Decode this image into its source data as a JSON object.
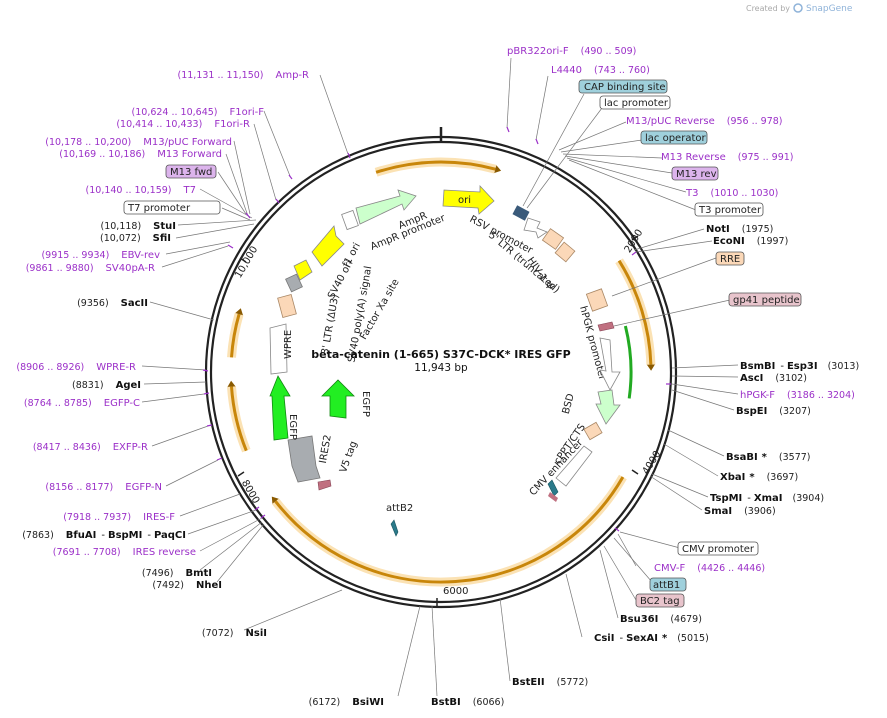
{
  "header": {
    "credit": "Created by",
    "brand": "SnapGene"
  },
  "plasmid": {
    "name": "beta-catenin (1-665) S37C-DCK* IRES GFP",
    "size": "11,943 bp"
  },
  "ticks": [
    "2000",
    "4000",
    "6000",
    "8000",
    "10,000"
  ],
  "inner_features": {
    "ori": "ori",
    "rsv": "RSV promoter",
    "ltr5": "5' LTR (truncated)",
    "hiv": "HIV-1 Ψ",
    "hpgk": "hPGK promoter",
    "bsd": "BSD",
    "cppt": "cPPT/CTS",
    "cmv": "CMV enhancer",
    "attb2": "attB2",
    "v5": "V5 tag",
    "ires2": "IRES2",
    "egfp1": "EGFP",
    "egfp2": "EGFP",
    "wpre": "WPRE",
    "ltr3": "3' LTR (ΔU3)",
    "sv40pa": "SV40 poly(A) signal",
    "factorxa": "Factor Xa site",
    "sv40ori": "SV40 ori",
    "f1ori": "f1 ori",
    "ampr": "AmpR",
    "amprprom": "AmpR promoter"
  },
  "right_labels": {
    "pbr322": {
      "name": "pBR322ori-F",
      "range": "(490 .. 509)"
    },
    "l4440": {
      "name": "L4440",
      "range": "(743 .. 760)"
    },
    "cap": "CAP binding site",
    "lacprom": "lac promoter",
    "m13pucrev": {
      "name": "M13/pUC Reverse",
      "range": "(956 .. 978)"
    },
    "lacop": "lac operator",
    "m13reverse": {
      "name": "M13 Reverse",
      "range": "(975 .. 991)"
    },
    "m13rev": "M13 rev",
    "t3": {
      "name": "T3",
      "range": "(1010 .. 1030)"
    },
    "t3prom": "T3 promoter",
    "noti": {
      "name": "NotI",
      "pos": "(1975)"
    },
    "econi": {
      "name": "EcoNI",
      "pos": "(1997)"
    },
    "rre": "RRE",
    "gp41": "gp41 peptide",
    "bsmbi": {
      "name": "BsmBI",
      "name2": "Esp3I",
      "pos": "(3013)"
    },
    "asci": {
      "name": "AscI",
      "pos": "(3102)"
    },
    "hpgkf": {
      "name": "hPGK-F",
      "range": "(3186 .. 3204)"
    },
    "bspei": {
      "name": "BspEI",
      "pos": "(3207)"
    },
    "bsabi": {
      "name": "BsaBI",
      "star": "*",
      "pos": "(3577)"
    },
    "xbai": {
      "name": "XbaI",
      "star": "*",
      "pos": "(3697)"
    },
    "tspmi": {
      "name": "TspMI",
      "name2": "XmaI",
      "pos": "(3904)"
    },
    "smai": {
      "name": "SmaI",
      "pos": "(3906)"
    },
    "cmvprom": "CMV promoter",
    "cmvf": {
      "name": "CMV-F",
      "range": "(4426 .. 4446)"
    },
    "attb1": "attB1",
    "bc2": "BC2 tag",
    "bsu36i": {
      "name": "Bsu36I",
      "pos": "(4679)"
    },
    "csii": {
      "name": "CsiI",
      "name2": "SexAI",
      "star": "*",
      "pos": "(5015)"
    },
    "bsteii": {
      "name": "BstEII",
      "pos": "(5772)"
    }
  },
  "bottom_labels": {
    "bstbi": {
      "name": "BstBI",
      "pos": "(6066)"
    },
    "bsiwi": {
      "name": "BsiWI",
      "pos": "(6172)"
    },
    "nsii": {
      "name": "NsiI",
      "pos": "(7072)"
    }
  },
  "left_labels": {
    "ampr": {
      "name": "Amp-R",
      "range": "(11,131 .. 11,150)"
    },
    "f1orif": {
      "name": "F1ori-F",
      "range": "(10,624 .. 10,645)"
    },
    "f1orir": {
      "name": "F1ori-R",
      "range": "(10,414 .. 10,433)"
    },
    "m13pucfwd": {
      "name": "M13/pUC Forward",
      "range": "(10,178 .. 10,200)"
    },
    "m13forward": {
      "name": "M13 Forward",
      "range": "(10,169 .. 10,186)"
    },
    "m13fwd": "M13 fwd",
    "t7": {
      "name": "T7",
      "range": "(10,140 .. 10,159)"
    },
    "t7prom": "T7 promoter",
    "stui": {
      "name": "StuI",
      "pos": "(10,118)"
    },
    "sfii": {
      "name": "SfiI",
      "pos": "(10,072)"
    },
    "ebvrev": {
      "name": "EBV-rev",
      "range": "(9915 .. 9934)"
    },
    "sv40par": {
      "name": "SV40pA-R",
      "range": "(9861 .. 9880)"
    },
    "sacii": {
      "name": "SacII",
      "pos": "(9356)"
    },
    "wprer": {
      "name": "WPRE-R",
      "range": "(8906 .. 8926)"
    },
    "agei": {
      "name": "AgeI",
      "pos": "(8831)"
    },
    "egfpc": {
      "name": "EGFP-C",
      "range": "(8764 .. 8785)"
    },
    "exfpr": {
      "name": "EXFP-R",
      "range": "(8417 .. 8436)"
    },
    "egfpn": {
      "name": "EGFP-N",
      "range": "(8156 .. 8177)"
    },
    "iresf": {
      "name": "IRES-F",
      "range": "(7918 .. 7937)"
    },
    "bfuai": {
      "name": "BfuAI",
      "name2": "BspMI",
      "name3": "PaqCI",
      "pos": "(7863)"
    },
    "iresrev": {
      "name": "IRES reverse",
      "range": "(7691 .. 7708)"
    },
    "bmti": {
      "name": "BmtI",
      "pos": "(7496)"
    },
    "nhei": {
      "name": "NheI",
      "pos": "(7492)"
    }
  },
  "colors": {
    "primer": "#9b30c8",
    "orange": "#e8a03c",
    "yellow": "#ffff00",
    "green_dark": "#22bb22",
    "green_light": "#ccffcc",
    "peach": "#fbd8b8",
    "teal_box": "#9fd0dc",
    "pink_box": "#e8c4cc",
    "violet_box": "#dcb4ec"
  }
}
